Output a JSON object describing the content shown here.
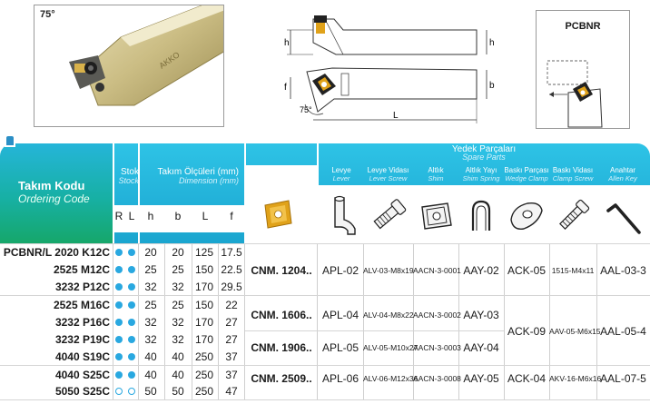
{
  "photo": {
    "angle": "75°",
    "brand": "AKKO"
  },
  "diagram": {
    "h": "h",
    "f": "f",
    "b": "b",
    "L": "L",
    "angle": "75°"
  },
  "variant": {
    "label": "PCBNR"
  },
  "header": {
    "code_main": "Takım Kodu",
    "code_sub": "Ordering Code",
    "stock_main": "Stok",
    "stock_sub": "Stock",
    "dim_main": "Takım Ölçüleri (mm)",
    "dim_sub": "Dimension (mm)",
    "spare_main": "Yedek Parçaları",
    "spare_sub": "Spare Parts",
    "letters": [
      "R",
      "L",
      "h",
      "b",
      "L",
      "f"
    ],
    "parts": [
      {
        "main": "Levye",
        "sub": "Lever"
      },
      {
        "main": "Levye Vidası",
        "sub": "Lever Screw"
      },
      {
        "main": "Altlık",
        "sub": "Shim"
      },
      {
        "main": "Altlık Yayı",
        "sub": "Shim Spring"
      },
      {
        "main": "Baskı Parçası",
        "sub": "Wedge Clamp"
      },
      {
        "main": "Baskı Vidası",
        "sub": "Clamp Screw"
      },
      {
        "main": "Anahtar",
        "sub": "Allen Key"
      }
    ]
  },
  "rows": [
    {
      "code": "PCBNR/L  2020 K12C",
      "r": "filled",
      "l": "filled",
      "h": "20",
      "b": "20",
      "L": "125",
      "f": "17.5"
    },
    {
      "code": "2525 M12C",
      "r": "filled",
      "l": "filled",
      "h": "25",
      "b": "25",
      "L": "150",
      "f": "22.5"
    },
    {
      "code": "3232 P12C",
      "r": "filled",
      "l": "filled",
      "h": "32",
      "b": "32",
      "L": "170",
      "f": "29.5"
    },
    {
      "code": "2525 M16C",
      "r": "filled",
      "l": "filled",
      "h": "25",
      "b": "25",
      "L": "150",
      "f": "22"
    },
    {
      "code": "3232 P16C",
      "r": "filled",
      "l": "filled",
      "h": "32",
      "b": "32",
      "L": "170",
      "f": "27"
    },
    {
      "code": "3232 P19C",
      "r": "filled",
      "l": "filled",
      "h": "32",
      "b": "32",
      "L": "170",
      "f": "27"
    },
    {
      "code": "4040 S19C",
      "r": "filled",
      "l": "filled",
      "h": "40",
      "b": "40",
      "L": "250",
      "f": "37"
    },
    {
      "code": "4040 S25C",
      "r": "filled",
      "l": "filled",
      "h": "40",
      "b": "40",
      "L": "250",
      "f": "37"
    },
    {
      "code": "5050 S25C",
      "r": "empty",
      "l": "empty",
      "h": "50",
      "b": "50",
      "L": "250",
      "f": "47"
    }
  ],
  "groups": [
    {
      "insert": "CNM. 1204..",
      "lever": "APL-02",
      "lever_screw": "ALV-03-M8x19",
      "shim": "AACN-3-0001",
      "shim_spring": "AAY-02",
      "wedge_clamp": "ACK-05",
      "clamp_screw": "1515-M4x11",
      "allen_key": "AAL-03-3"
    },
    {
      "insert": "CNM. 1606..",
      "lever": "APL-04",
      "lever_screw": "ALV-04-M8x22",
      "shim": "AACN-3-0002",
      "shim_spring": "AAY-03"
    },
    {
      "insert": "CNM. 1906..",
      "lever": "APL-05",
      "lever_screw": "ALV-05-M10x27",
      "shim": "AACN-3-0003",
      "shim_spring": "AAY-04"
    },
    {
      "insert": "CNM. 2509..",
      "lever": "APL-06",
      "lever_screw": "ALV-06-M12x36",
      "shim": "AACN-3-0008",
      "shim_spring": "AAY-05",
      "wedge_clamp": "ACK-04",
      "clamp_screw": "AKV-16-M6x16",
      "allen_key": "AAL-07-5"
    }
  ],
  "merged": {
    "wedge_clamp": "ACK-09",
    "clamp_screw": "AAV-05-M6x15",
    "allen_key": "AAL-05-4"
  },
  "colors": {
    "header_blue": "#1eb0d8",
    "header_green": "#16a76a",
    "dot": "#29a8e0",
    "insert_gold": "#e0a21a"
  }
}
